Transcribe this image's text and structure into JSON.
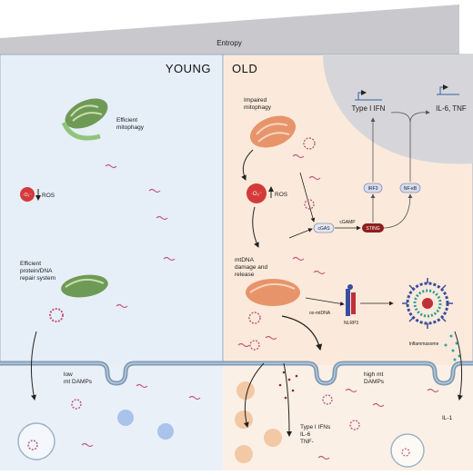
{
  "header": {
    "entropy": "Entropy"
  },
  "young": {
    "title": "YOUNG",
    "efficient_mitophagy": [
      "Efficient",
      "mitophagy"
    ],
    "ros": "ROS",
    "o2_symbol": "·O₂⁻",
    "repair": [
      "Efficient",
      "protein/DNA",
      "repair system"
    ],
    "low_damps": [
      "low",
      "mt DAMPs"
    ]
  },
  "old": {
    "title": "OLD",
    "impaired_mitophagy": [
      "Impaired",
      "mitophagy"
    ],
    "ros": "ROS",
    "o2_symbol": "·O₂⁻",
    "mtdna_release": [
      "mtDNA",
      "damage and",
      "release"
    ],
    "type1_ifn_top": "Type I IFN",
    "il6_tnf": "IL-6, TNF",
    "irf3": "IRF3",
    "nfkb": "NF-κB",
    "cgas": "cGAS",
    "cgamp": "cGAMP",
    "sting": "STING",
    "ox_mtdna": "ox-mtDNA",
    "nlrp3": "NLRP3",
    "inflammasome": "Inflammasome",
    "high_damps": [
      "high mt",
      "DAMPs"
    ],
    "cytokines": [
      "Type I IFNs",
      "IL-6",
      "TNF-"
    ],
    "il1": "IL-1"
  },
  "colors": {
    "young_bg": "#e6eef8",
    "old_bg": "#fbeadb",
    "nucleus": "#d4d4d8",
    "mito_young": "#6f9a55",
    "mito_old": "#e8946a",
    "membrane": "#7f9ab5",
    "ros_red": "#d43a3a",
    "sting": "#8e1e1e"
  }
}
